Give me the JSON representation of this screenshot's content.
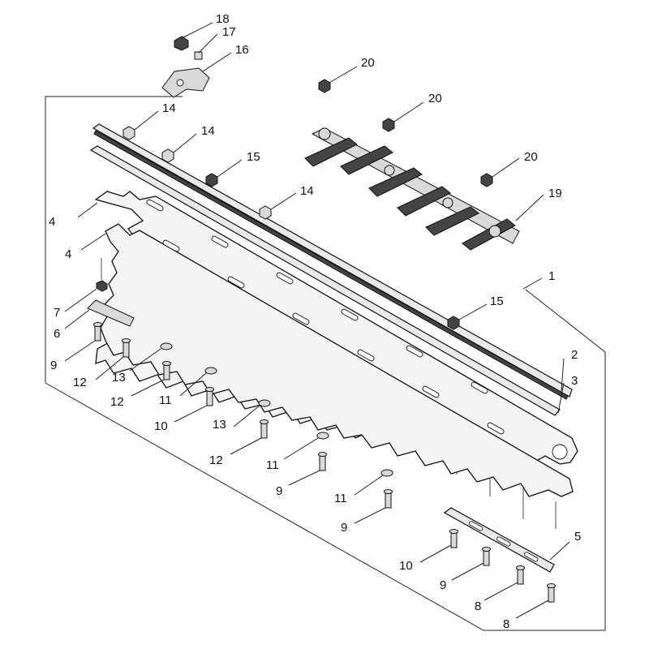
{
  "callouts": [
    {
      "id": "c1",
      "label": "1"
    },
    {
      "id": "c2",
      "label": "2"
    },
    {
      "id": "c3",
      "label": "3"
    },
    {
      "id": "c4a",
      "label": "4"
    },
    {
      "id": "c4b",
      "label": "4"
    },
    {
      "id": "c5",
      "label": "5"
    },
    {
      "id": "c6",
      "label": "6"
    },
    {
      "id": "c7",
      "label": "7"
    },
    {
      "id": "c8a",
      "label": "8"
    },
    {
      "id": "c8b",
      "label": "8"
    },
    {
      "id": "c9a",
      "label": "9"
    },
    {
      "id": "c9b",
      "label": "9"
    },
    {
      "id": "c9c",
      "label": "9"
    },
    {
      "id": "c9d",
      "label": "9"
    },
    {
      "id": "c10a",
      "label": "10"
    },
    {
      "id": "c10b",
      "label": "10"
    },
    {
      "id": "c11a",
      "label": "11"
    },
    {
      "id": "c11b",
      "label": "11"
    },
    {
      "id": "c11c",
      "label": "11"
    },
    {
      "id": "c12a",
      "label": "12"
    },
    {
      "id": "c12b",
      "label": "12"
    },
    {
      "id": "c12c",
      "label": "12"
    },
    {
      "id": "c13a",
      "label": "13"
    },
    {
      "id": "c13b",
      "label": "13"
    },
    {
      "id": "c14a",
      "label": "14"
    },
    {
      "id": "c14b",
      "label": "14"
    },
    {
      "id": "c14c",
      "label": "14"
    },
    {
      "id": "c15a",
      "label": "15"
    },
    {
      "id": "c15b",
      "label": "15"
    },
    {
      "id": "c16",
      "label": "16"
    },
    {
      "id": "c17",
      "label": "17"
    },
    {
      "id": "c18",
      "label": "18"
    },
    {
      "id": "c19",
      "label": "19"
    },
    {
      "id": "c20a",
      "label": "20"
    },
    {
      "id": "c20b",
      "label": "20"
    },
    {
      "id": "c20c",
      "label": "20"
    }
  ]
}
